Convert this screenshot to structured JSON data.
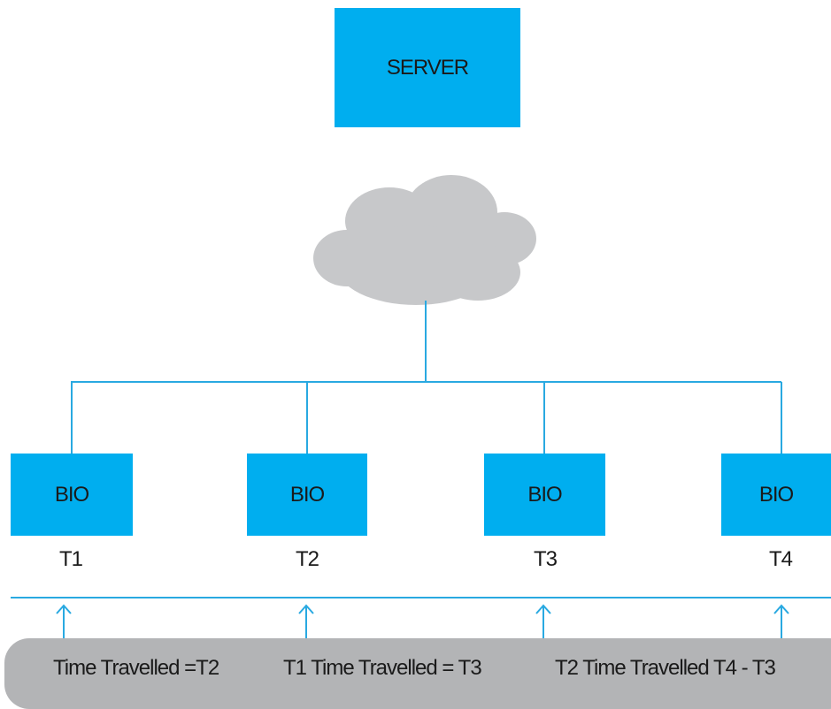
{
  "server": {
    "label": "SERVER"
  },
  "nodes": [
    {
      "label": "BIO",
      "time": "T1"
    },
    {
      "label": "BIO",
      "time": "T2"
    },
    {
      "label": "BIO",
      "time": "T3"
    },
    {
      "label": "BIO",
      "time": "T4"
    }
  ],
  "footer": [
    "Time Travelled =T2",
    "T1  Time Travelled = T3",
    "T2 Time Travelled T4 - T3"
  ],
  "colors": {
    "box": "#00aeef",
    "line": "#29a9e1",
    "cloud": "#c7c8ca",
    "footer": "#b3b4b6"
  }
}
